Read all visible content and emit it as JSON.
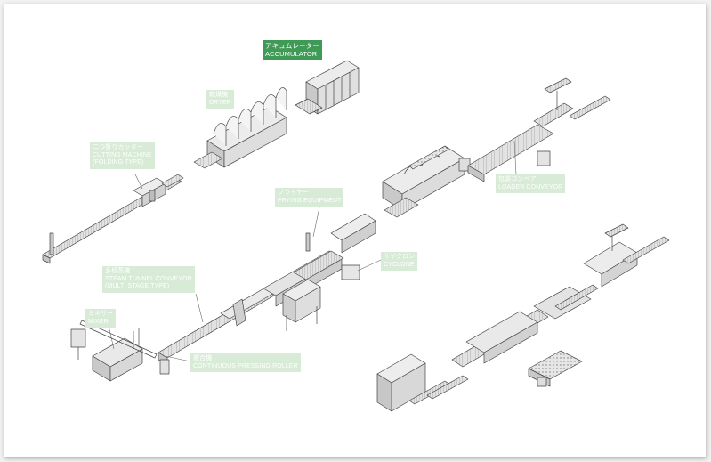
{
  "labels": {
    "accumulator": {
      "ja": "アキュムレーター",
      "en": "ACCUMULATOR",
      "highlighted": true
    },
    "dryer": {
      "ja": "乾燥機",
      "en": "DRYER"
    },
    "cutter": {
      "ja": "二つ折りカッター",
      "en": "CUTTING MACHINE",
      "sub": "(FOLDING TYPE)"
    },
    "fryer": {
      "ja": "フライヤー",
      "en": "FRYING EQUIPMENT"
    },
    "loader": {
      "ja": "包装コンベア",
      "en": "LOADER CONVEYOR"
    },
    "cyclone": {
      "ja": "サイクロン",
      "en": "CYCLONE"
    },
    "steam": {
      "ja": "多段蒸機",
      "en": "STEAM TUNNEL CONVEYOR",
      "sub": "(MULTI STAGE TYPE)"
    },
    "mixer": {
      "ja": "ミキサー",
      "en": "MIXER"
    },
    "roller": {
      "ja": "複合機",
      "en": "CONTINUOUS PRESSING ROLLER"
    }
  },
  "colors": {
    "highlight": "#3f9a55",
    "label": "#d7ebd6",
    "line": "#4a4a4a",
    "fill": "#d9d9d9"
  }
}
